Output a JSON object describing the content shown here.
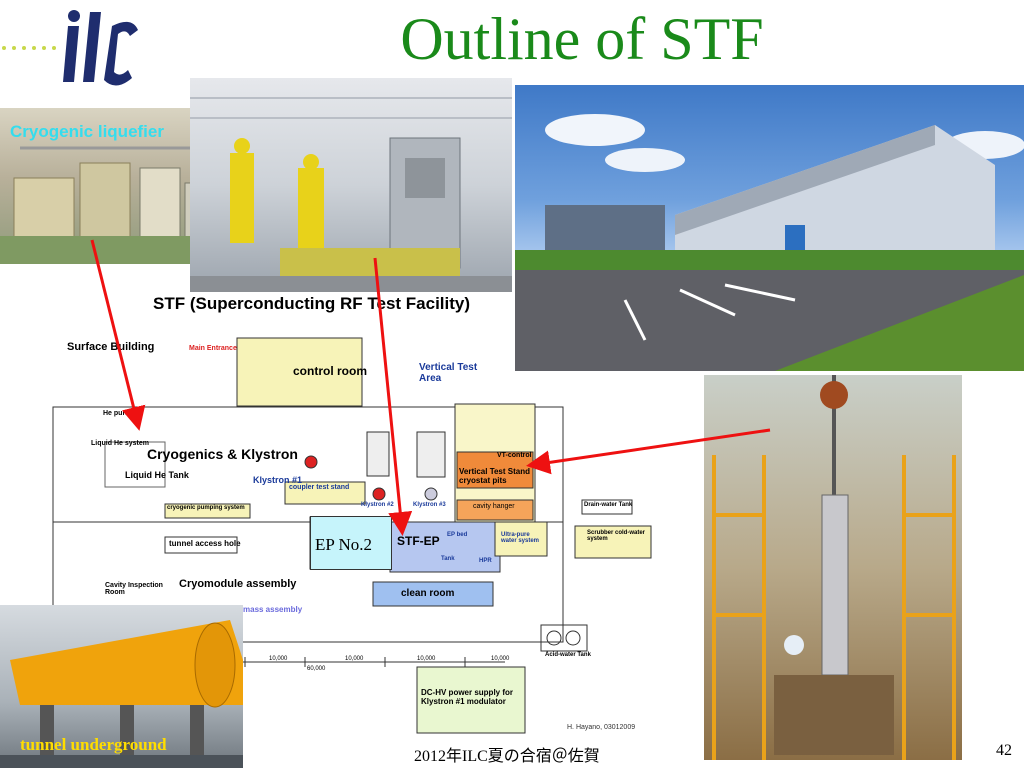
{
  "slide": {
    "title": "Outline of STF",
    "footer": "2012年ILC夏の合宿＠佐賀",
    "page_number": "42"
  },
  "captions": {
    "cryo_photo": "Cryogenic liquefier",
    "tunnel_photo": "tunnel underground",
    "ep_label": "EP No.2"
  },
  "floorplan": {
    "title": "STF (Superconducting RF Test Facility)",
    "surface_building": "Surface Building",
    "main_entrance": "Main Entrance",
    "control_room": "control room",
    "vertical_test_area": "Vertical Test Area",
    "cryogenics_klystron": "Cryogenics & Klystron",
    "klystron1": "Klystron #1",
    "klystron2": "Klystron #2",
    "klystron3": "Klystron #3",
    "he_purifier": "He purifier",
    "liquid_he_system": "Liquid He system",
    "liquid_he_tank": "Liquid He Tank",
    "coupler_test_stand": "coupler test stand",
    "vt_control": "VT-control",
    "vertical_test_stand": "Vertical Test Stand cryostat pits",
    "cavity_hanger": "cavity hanger",
    "cryogenic_pumping": "cryogenic pumping system",
    "drain_water_tank": "Drain-water Tank",
    "scrubber": "Scrubber cold-water system",
    "tunnel_access_hole": "tunnel access hole",
    "stf_ep": "STF-EP",
    "ep_bed": "EP bed",
    "ultra_pure": "Ultra-pure water system",
    "tank": "Tank",
    "hpr": "HPR",
    "cavity_inspection_room": "Cavity Inspection Room",
    "cryomodule_assembly": "Cryomodule assembly",
    "clean_room": "clean room",
    "mass_assembly": "mass assembly",
    "acid_water_tank": "Acid-water Tank",
    "dc_hv": "DC-HV power supply for Klystron #1 modulator",
    "author": "H. Hayano,  03012009",
    "dims": [
      "10,000",
      "10,000",
      "10,000",
      "10,000",
      "60,000"
    ]
  },
  "colors": {
    "title_green": "#1a8a1a",
    "cyan_caption": "#33ddee",
    "yellow_caption": "#ffdd00",
    "arrow_red": "#ee1111",
    "logo_navy": "#1f2d6e"
  }
}
